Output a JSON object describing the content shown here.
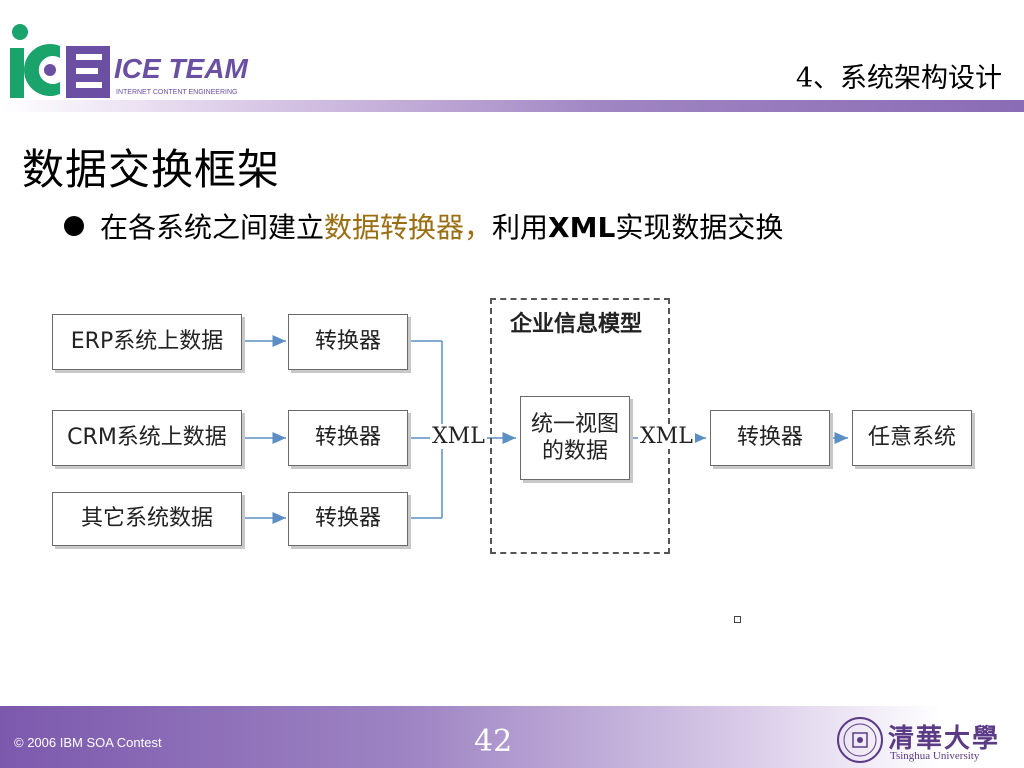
{
  "header": {
    "logo_text": "ICE TEAM",
    "logo_subtext": "INTERNET  CONTENT  ENGINEERING",
    "section_title": "4、系统架构设计"
  },
  "slide": {
    "title": "数据交换框架",
    "bullet": {
      "part1": "在各系统之间建立",
      "highlight": "数据转换器，",
      "part2": "利用",
      "bold": "XML",
      "part3": "实现数据交换"
    }
  },
  "diagram": {
    "sources": [
      "ERP系统上数据",
      "CRM系统上数据",
      "其它系统数据"
    ],
    "converter_label": "转换器",
    "xml_label": "XML",
    "enterprise_model_title": "企业信息模型",
    "unified_view_line1": "统一视图",
    "unified_view_line2": "的数据",
    "target": "任意系统",
    "colors": {
      "line": "#5b8fc4",
      "box_border": "#6a6a6a"
    }
  },
  "footer": {
    "copyright": "© 2006 IBM SOA Contest",
    "page_number": "42",
    "university_cn": "清華大學",
    "university_en": "Tsinghua University"
  },
  "colors": {
    "accent_purple": "#7c59ad",
    "logo_green": "#1aa36a",
    "highlight_gold": "#9a6e12"
  }
}
